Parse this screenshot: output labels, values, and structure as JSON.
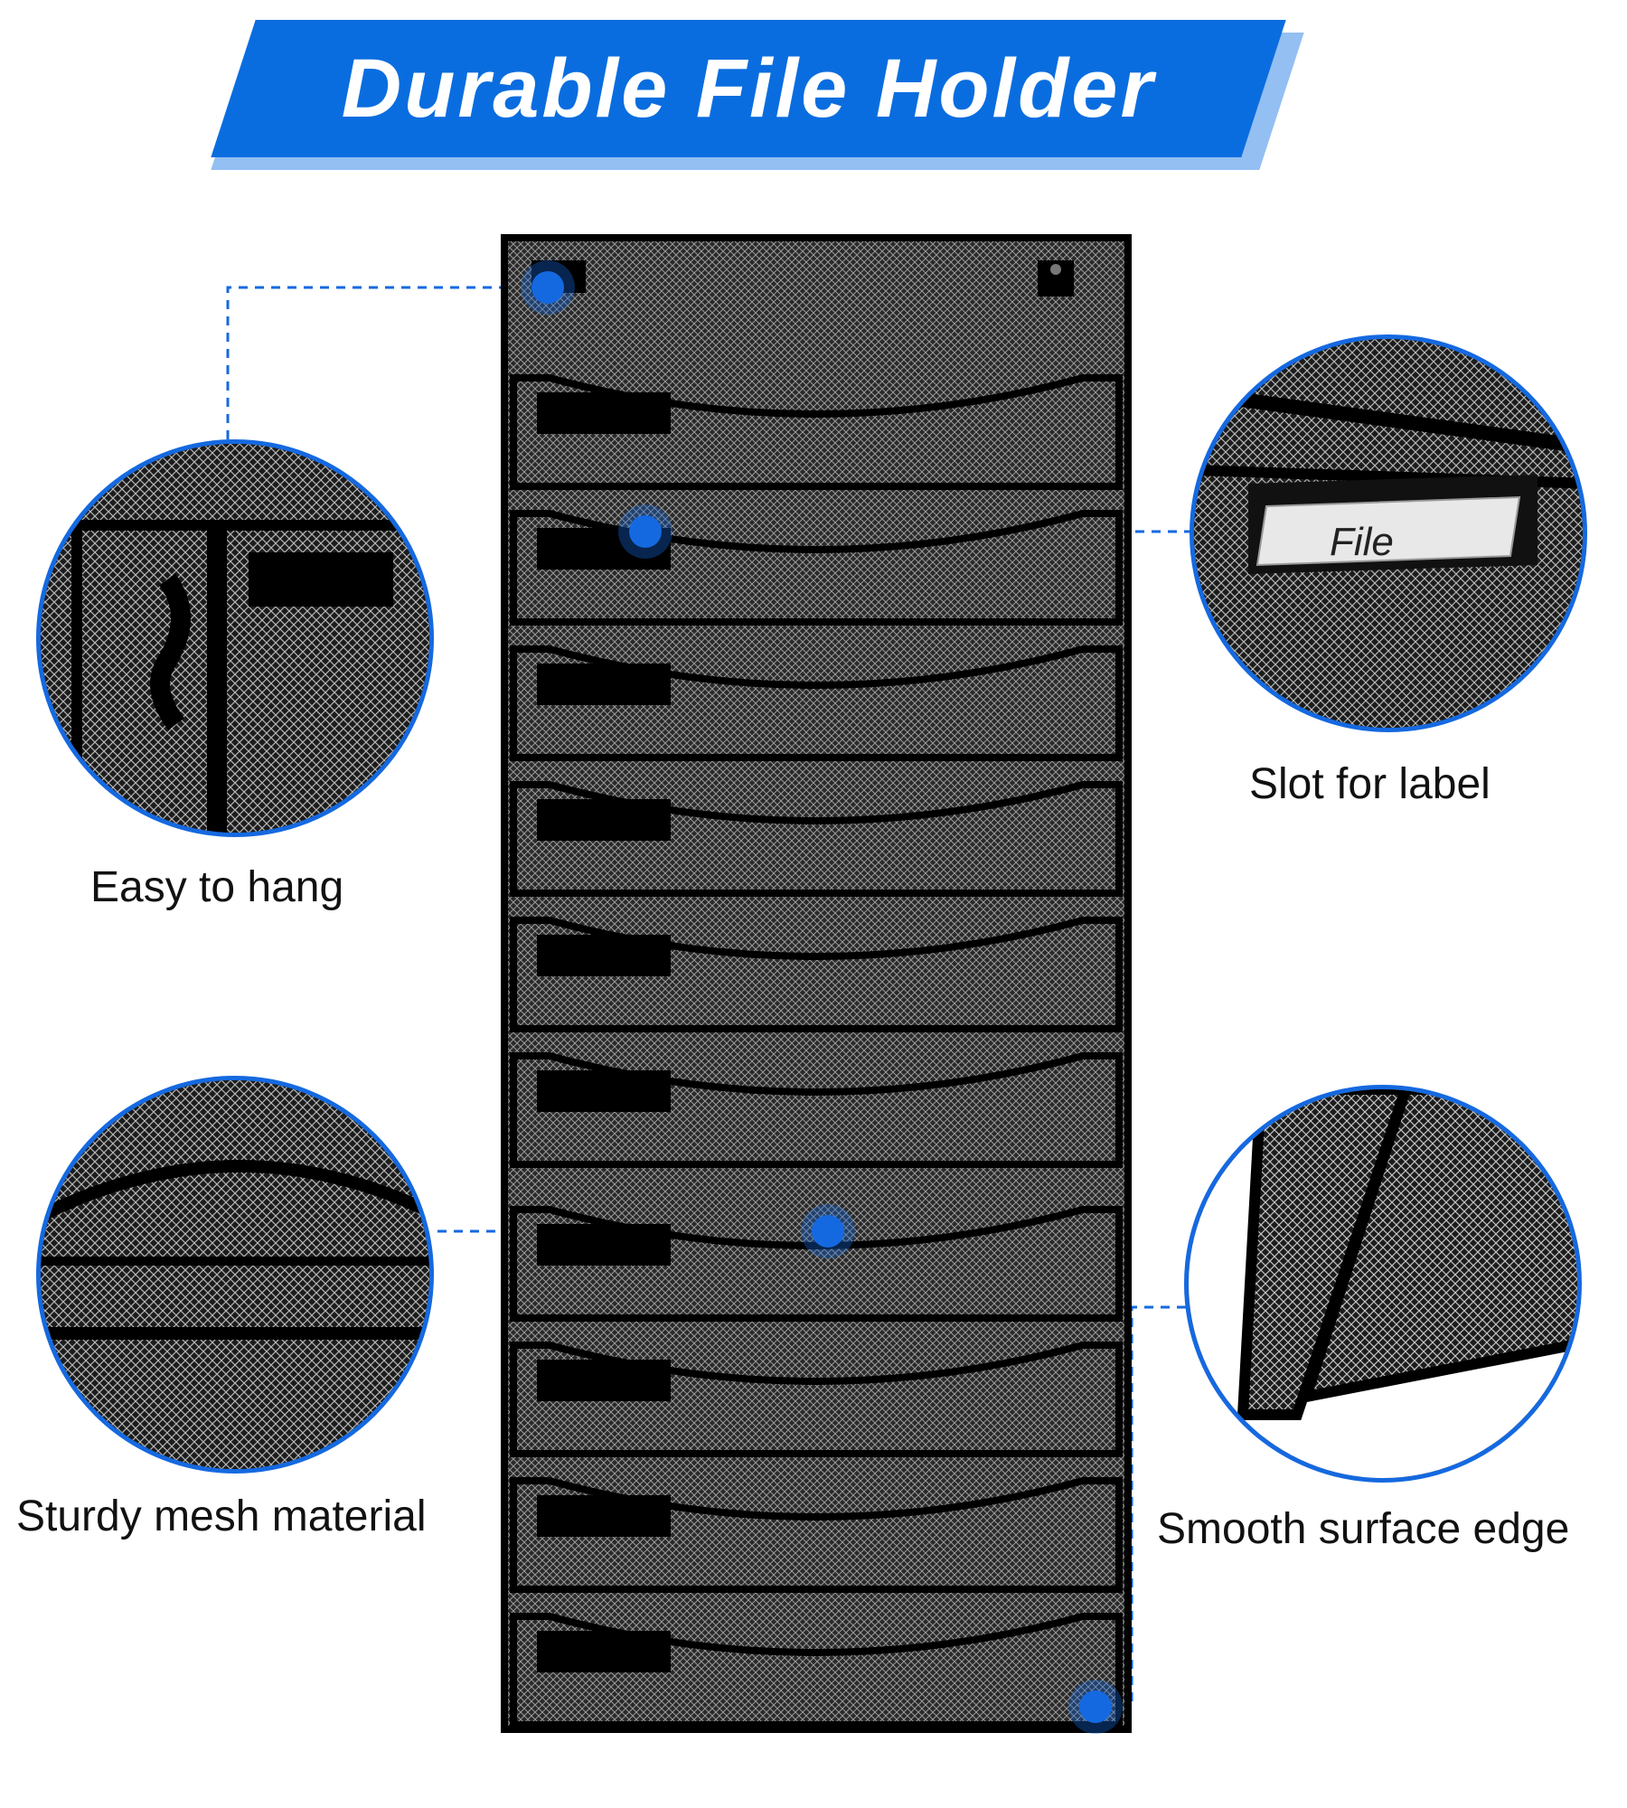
{
  "title": "Durable File Holder",
  "features": {
    "hang": "Easy to hang",
    "label_slot": "Slot for label",
    "mesh": "Sturdy mesh material",
    "edge": "Smooth surface edge"
  },
  "label_card_text": "File",
  "colors": {
    "accent": "#1569e0",
    "banner": "#0a6ddf",
    "banner_shadow": "#93bff2"
  }
}
